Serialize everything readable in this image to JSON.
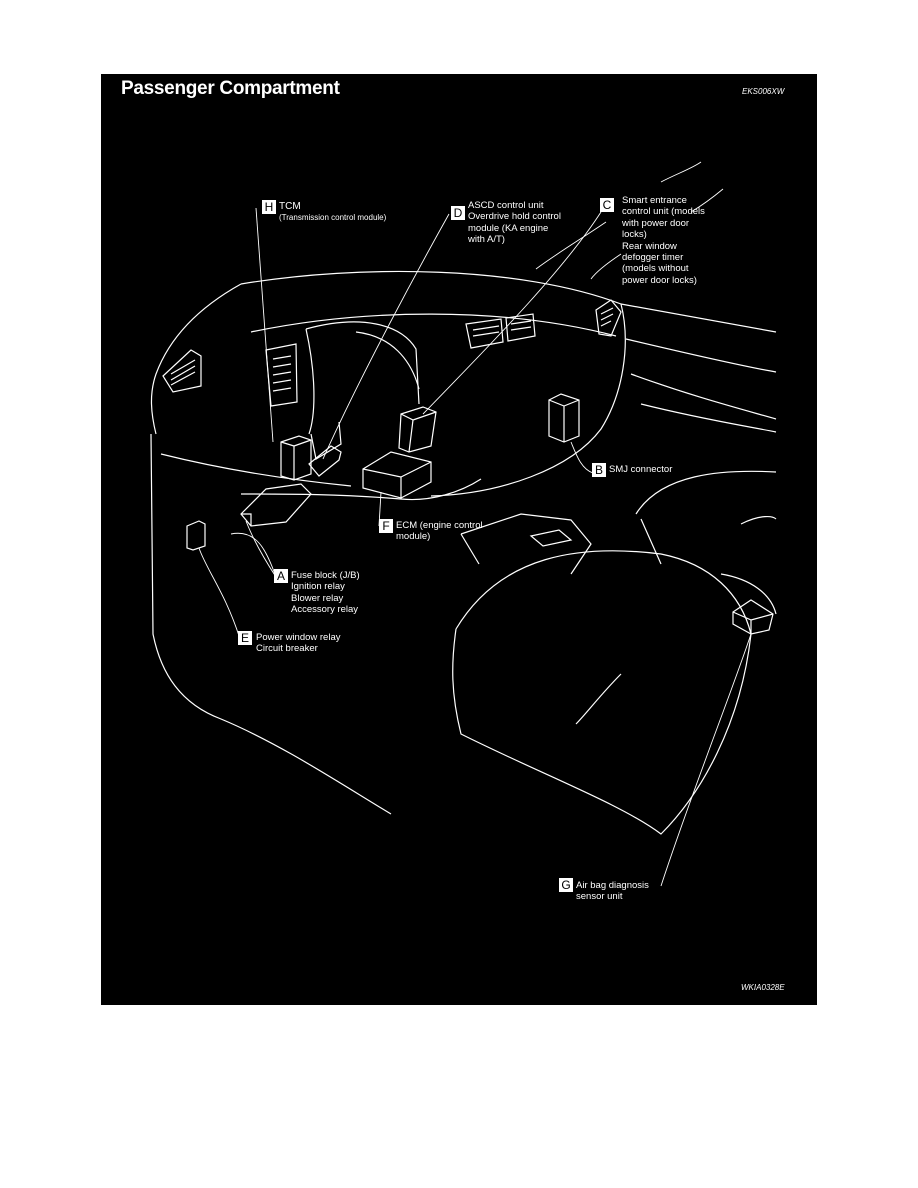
{
  "title": "Passenger Compartment",
  "code_top": "EKS006XW",
  "code_bottom": "WKIA0328E",
  "callouts": {
    "H": {
      "letter": "H",
      "lines": [
        "TCM",
        "(Transmission control module)"
      ]
    },
    "D": {
      "letter": "D",
      "lines": [
        "ASCD control unit",
        "Overdrive hold control",
        "module (KA engine",
        "with A/T)"
      ]
    },
    "C": {
      "letter": "C",
      "lines": [
        "Smart entrance",
        "control unit (models",
        "with power door",
        "locks)",
        "Rear window",
        "defogger timer",
        "(models without",
        "power door locks)"
      ]
    },
    "B": {
      "letter": "B",
      "lines": [
        "SMJ connector"
      ]
    },
    "F": {
      "letter": "F",
      "lines": [
        "ECM (engine control",
        "module)"
      ]
    },
    "A": {
      "letter": "A",
      "lines": [
        "Fuse block (J/B)",
        "Ignition relay",
        "Blower relay",
        "Accessory relay"
      ]
    },
    "E": {
      "letter": "E",
      "lines": [
        "Power window relay",
        "Circuit breaker"
      ]
    },
    "G": {
      "letter": "G",
      "lines": [
        "Air bag diagnosis",
        "sensor unit"
      ]
    }
  },
  "colors": {
    "background": "#000000",
    "lines": "#ffffff",
    "page": "#ffffff"
  }
}
